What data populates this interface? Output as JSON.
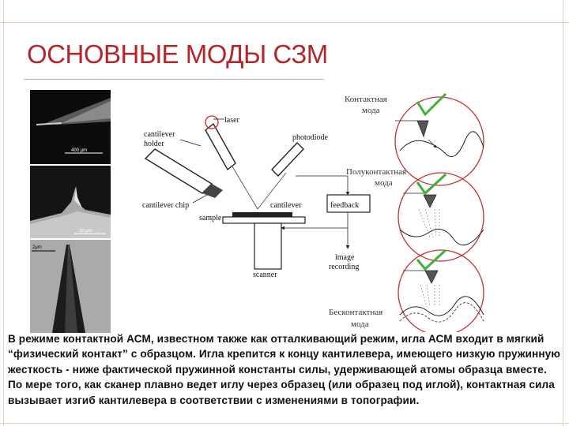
{
  "slide": {
    "title": "ОСНОВНЫЕ МОДЫ СЗМ",
    "accent_color": "#b4262a",
    "paragraph": "В режиме контактной АСМ, известном также как отталкивающий режим, игла АСМ входит в мягкий “физический контакт” с образцом. Игла крепится к концу кантилевера, имеющего низкую пружинную жесткость - ниже фактической пружинной константы силы, удерживающей атомы образца вместе. По мере того, как сканер плавно ведет иглу через образец (или образец под иглой), контактная сила вызывает изгиб кантилевера в соответствии с изменениями в топографии."
  },
  "micrographs": {
    "scale_1": "400 µm",
    "scale_2": "10 µm",
    "scale_3": "2µm"
  },
  "diagram": {
    "laser": "laser",
    "photodiode": "photodiode",
    "cantilever_holder_1": "cantilever",
    "cantilever_holder_2": "holder",
    "cantilever_chip": "cantilever  chip",
    "cantilever": "cantilever",
    "sample": "sample",
    "feedback": "feedback",
    "scanner": "scanner",
    "image_recording_1": "image",
    "image_recording_2": "recording"
  },
  "modes": {
    "contact_1": "Контактная",
    "contact_2": "мода",
    "semicontact_1": "Полуконтактная",
    "semicontact_2": "мода",
    "noncontact_1": "Бесконтактная",
    "noncontact_2": "мода"
  }
}
